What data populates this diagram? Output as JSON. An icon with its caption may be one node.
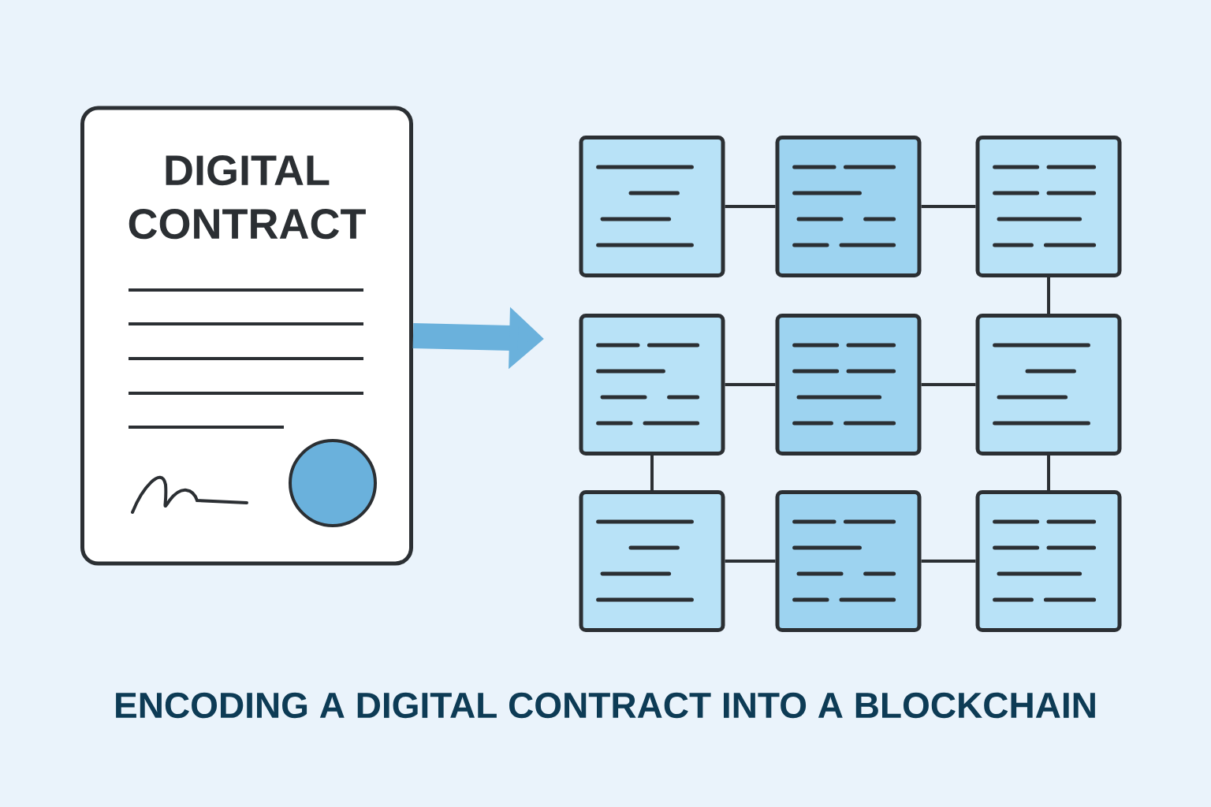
{
  "diagram": {
    "caption": "ENCODING A DIGITAL CONTRACT INTO A BLOCKCHAIN",
    "nodes": [
      {
        "text": [
          "DIGITAL CONTRACT"
        ]
      },
      {
        "text": [],
        "shape": "box"
      },
      {
        "text": [],
        "shape": "box"
      },
      {
        "text": [],
        "shape": "box"
      },
      {
        "text": [],
        "shape": "box"
      },
      {
        "text": [],
        "shape": "box"
      },
      {
        "text": [],
        "shape": "box"
      },
      {
        "text": [],
        "shape": "box"
      },
      {
        "text": [],
        "shape": "box"
      },
      {
        "text": [],
        "shape": "box"
      }
    ],
    "edges": [
      {
        "from": 0,
        "to": null,
        "arrow": "to",
        "style": "thick",
        "color": "#6ab1dc"
      },
      {
        "from": 1,
        "to": 2,
        "arrow": "none"
      },
      {
        "from": 2,
        "to": 3,
        "arrow": "none"
      },
      {
        "from": 3,
        "to": 6,
        "arrow": "none"
      },
      {
        "from": 4,
        "to": 5,
        "arrow": "none"
      },
      {
        "from": 5,
        "to": 6,
        "arrow": "none"
      },
      {
        "from": 4,
        "to": 7,
        "arrow": "none"
      },
      {
        "from": 6,
        "to": 9,
        "arrow": "none"
      },
      {
        "from": 7,
        "to": 8,
        "arrow": "none"
      },
      {
        "from": 8,
        "to": 9,
        "arrow": "none"
      }
    ]
  }
}
